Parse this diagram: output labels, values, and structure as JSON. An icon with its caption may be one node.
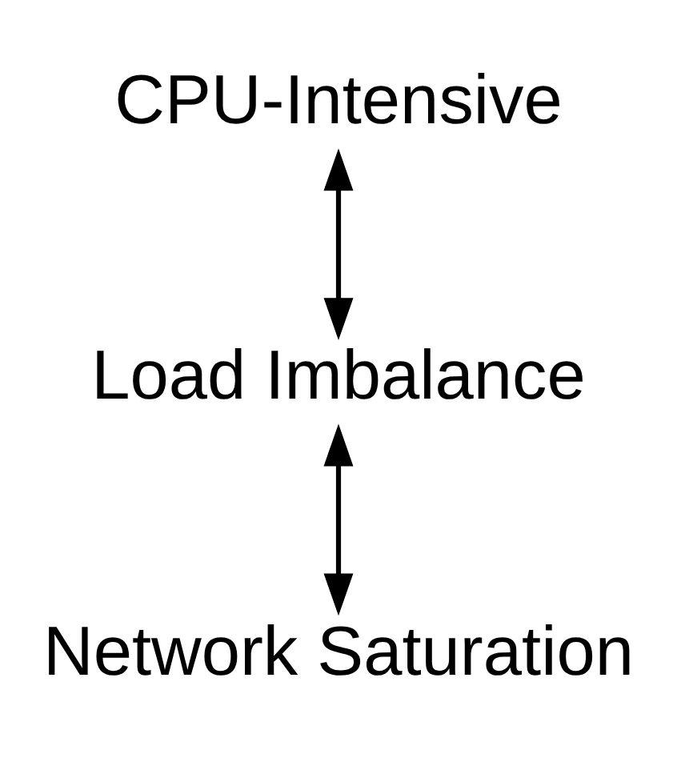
{
  "diagram": {
    "nodes": [
      {
        "text": [
          "CPU-Intensive"
        ]
      },
      {
        "text": [
          "Load Imbalance"
        ]
      },
      {
        "text": [
          "Network Saturation"
        ]
      }
    ],
    "edges": [
      {
        "from": 0,
        "to": 1,
        "arrow": "both"
      },
      {
        "from": 1,
        "to": 2,
        "arrow": "both"
      }
    ]
  }
}
